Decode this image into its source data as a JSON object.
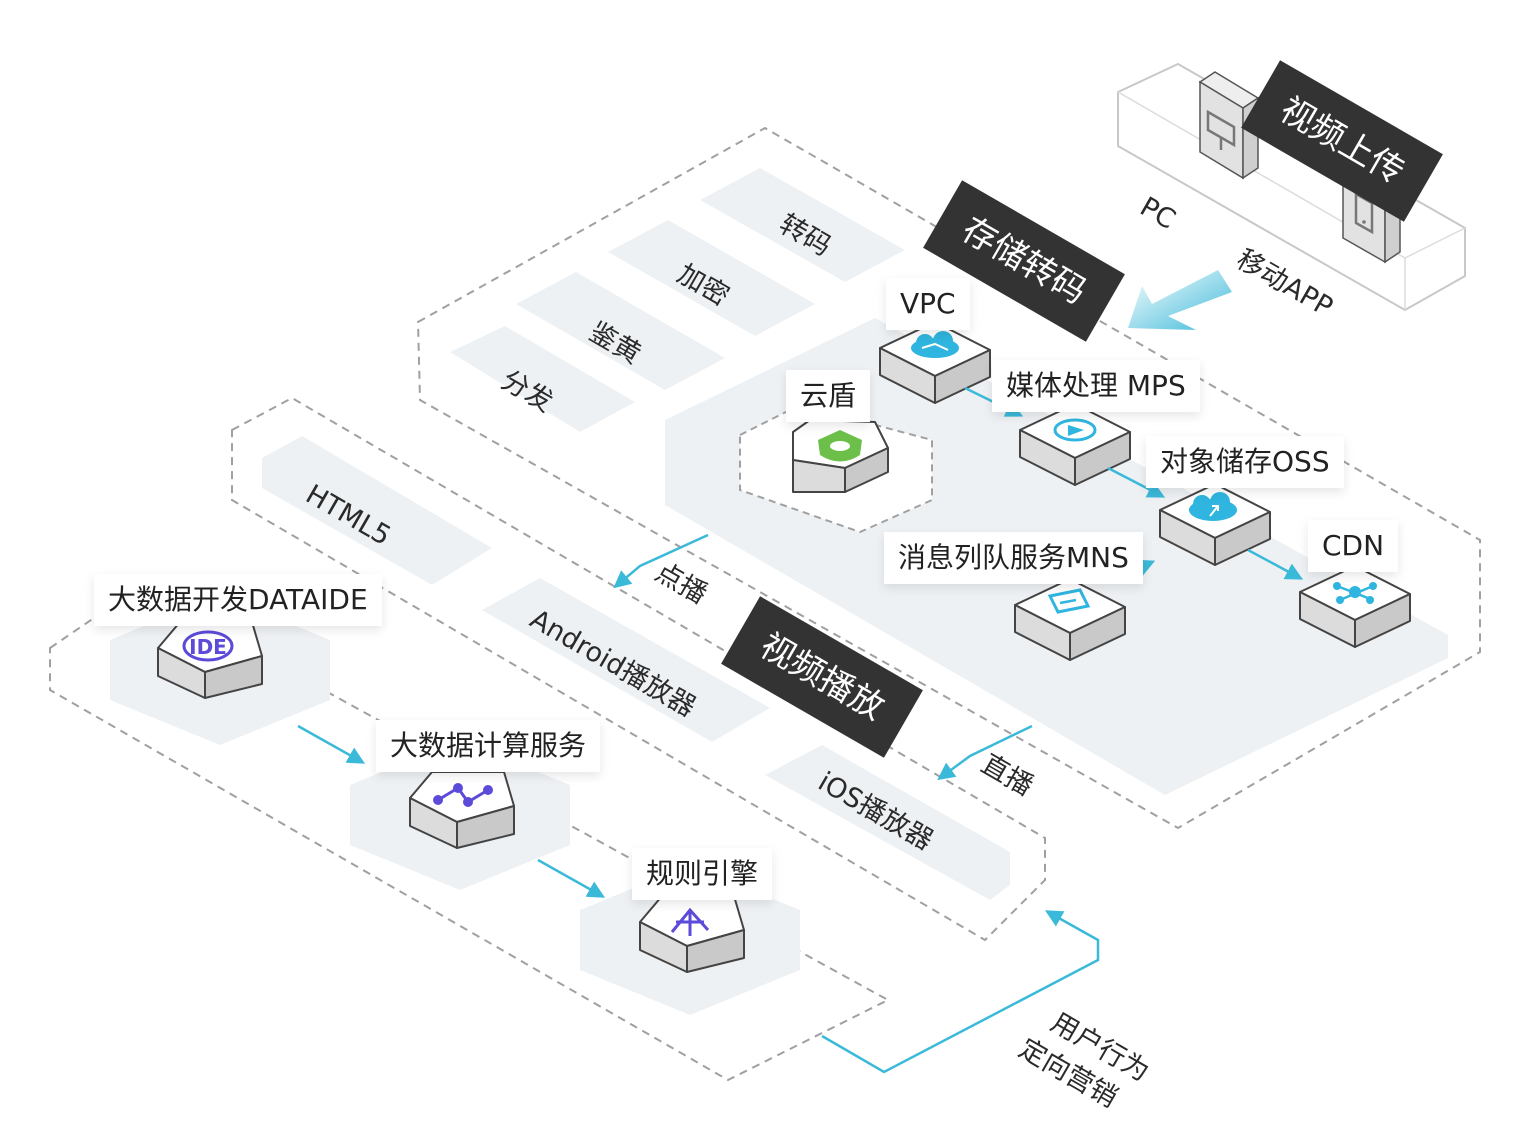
{
  "colors": {
    "accent": "#3bb9d9",
    "dark_banner": "#333333",
    "module_fill": "#eef1f4",
    "dashed": "#9a9a9a",
    "icon_blue": "#2fb5df",
    "icon_green": "#6cc04a",
    "icon_purple": "#5b4bd8"
  },
  "upload": {
    "title": "视频上传",
    "pc_label": "PC",
    "app_label": "移动APP"
  },
  "storage": {
    "title": "存储转码",
    "functions": [
      "转码",
      "加密",
      "鉴黄",
      "分发"
    ],
    "services": {
      "vpc": "VPC",
      "yundun": "云盾",
      "mps": "媒体处理 MPS",
      "oss": "对象储存OSS",
      "mns": "消息列队服务MNS",
      "cdn": "CDN"
    }
  },
  "playback": {
    "title": "视频播放",
    "players": [
      "HTML5",
      "Android播放器",
      "iOS播放器"
    ],
    "vod_label": "点播",
    "live_label": "直播"
  },
  "bigdata": {
    "dataide": "大数据开发DATAIDE",
    "compute": "大数据计算服务",
    "rules": "规则引擎"
  },
  "feedback": {
    "line1": "用户行为",
    "line2": "定向营销"
  },
  "icons": [
    "monitor-icon",
    "phone-icon",
    "cloud-icon",
    "shield-icon",
    "refresh-play-icon",
    "cloud-upload-icon",
    "message-icon",
    "network-icon",
    "ide-icon",
    "compute-icon",
    "rule-engine-icon"
  ]
}
